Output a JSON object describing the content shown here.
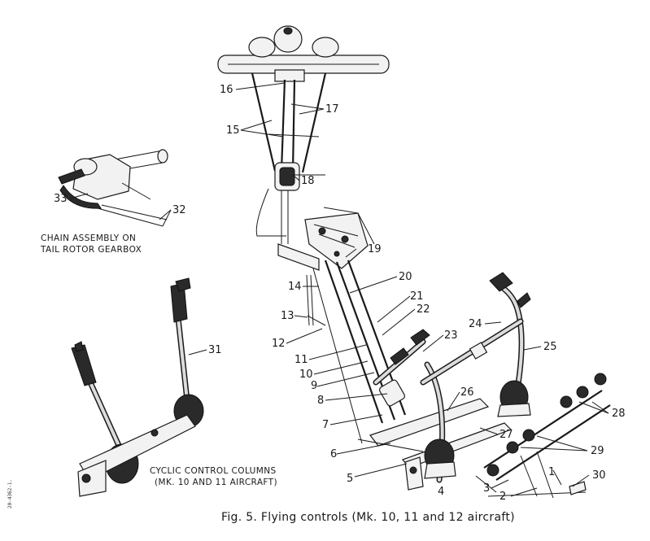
{
  "figure": {
    "caption": "Fig. 5. Flying controls (Mk. 10, 11 and 12 aircraft)",
    "side_reference": "20-4362-1."
  },
  "insets": {
    "chain": [
      "CHAIN ASSEMBLY ON",
      "TAIL ROTOR GEARBOX"
    ],
    "cyclic": [
      "CYCLIC CONTROL COLUMNS",
      "(MK. 10 AND 11 AIRCRAFT)"
    ]
  },
  "callouts": [
    "1",
    "2",
    "3",
    "4",
    "5",
    "6",
    "7",
    "8",
    "9",
    "10",
    "11",
    "12",
    "13",
    "14",
    "15",
    "16",
    "17",
    "18",
    "19",
    "20",
    "21",
    "22",
    "23",
    "24",
    "25",
    "26",
    "27",
    "28",
    "29",
    "30",
    "31",
    "32",
    "33"
  ]
}
